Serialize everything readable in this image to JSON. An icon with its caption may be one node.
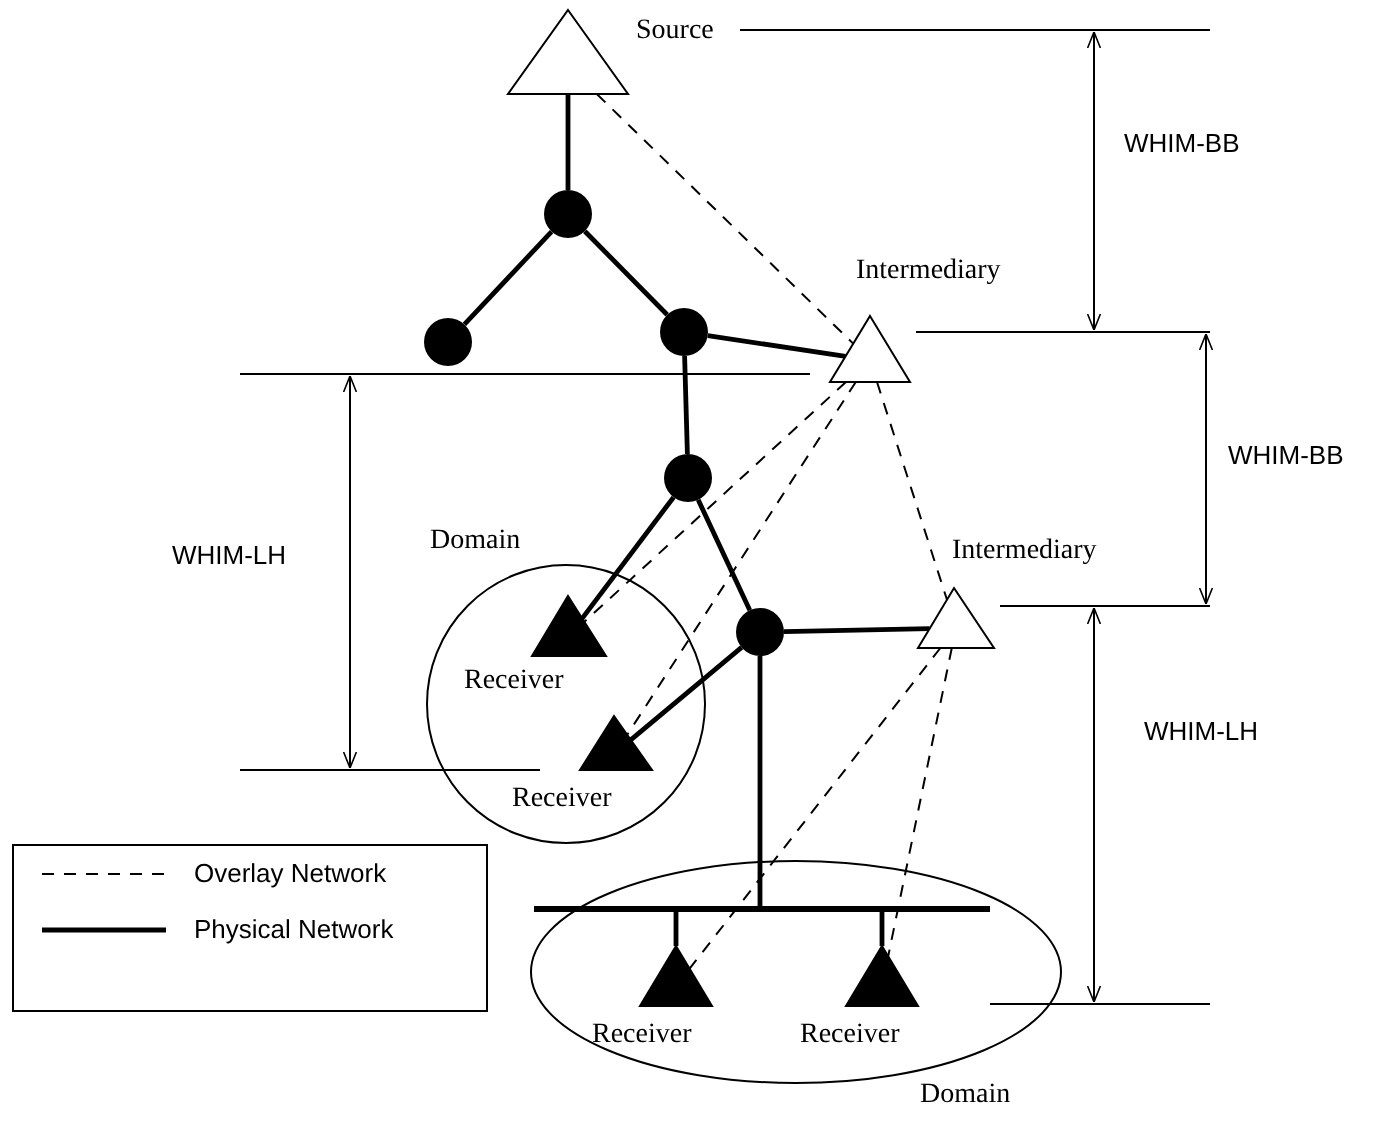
{
  "diagram": {
    "nodes": [
      {
        "text": [
          "Source"
        ]
      },
      {
        "text": [],
        "shape": "circle"
      },
      {
        "text": [],
        "shape": "circle"
      },
      {
        "text": [],
        "shape": "circle"
      },
      {
        "text": [
          "Intermediary"
        ]
      },
      {
        "text": [],
        "shape": "circle"
      },
      {
        "text": [
          "Domain"
        ]
      },
      {
        "text": [
          "Receiver"
        ],
        "in": 6
      },
      {
        "text": [
          "Receiver"
        ],
        "in": 6
      },
      {
        "text": [],
        "shape": "circle"
      },
      {
        "text": [
          "Intermediary"
        ]
      },
      {
        "text": [
          "Domain"
        ]
      },
      {
        "text": [],
        "shape": "bar",
        "in": 11
      },
      {
        "text": [
          "Receiver"
        ],
        "in": 11
      },
      {
        "text": [
          "Receiver"
        ],
        "in": 11
      }
    ],
    "edges": [
      {
        "from": 0,
        "to": 1,
        "arrow": "none"
      },
      {
        "from": 1,
        "to": 2,
        "arrow": "none"
      },
      {
        "from": 1,
        "to": 3,
        "arrow": "none"
      },
      {
        "from": 3,
        "to": 4,
        "arrow": "none"
      },
      {
        "from": 3,
        "to": 5,
        "arrow": "none"
      },
      {
        "from": 5,
        "to": 7,
        "arrow": "none"
      },
      {
        "from": 5,
        "to": 9,
        "arrow": "none"
      },
      {
        "from": 9,
        "to": 8,
        "arrow": "none"
      },
      {
        "from": 9,
        "to": 10,
        "arrow": "none"
      },
      {
        "from": 9,
        "to": 12,
        "arrow": "none"
      },
      {
        "from": 12,
        "to": 13,
        "arrow": "none"
      },
      {
        "from": 12,
        "to": 14,
        "arrow": "none"
      },
      {
        "from": 0,
        "to": 4,
        "arrow": "none",
        "style": "dashed"
      },
      {
        "from": 4,
        "to": 7,
        "arrow": "none",
        "style": "dashed"
      },
      {
        "from": 4,
        "to": 8,
        "arrow": "none",
        "style": "dashed"
      },
      {
        "from": 4,
        "to": 10,
        "arrow": "none",
        "style": "dashed"
      },
      {
        "from": 10,
        "to": 13,
        "arrow": "none",
        "style": "dashed"
      },
      {
        "from": 10,
        "to": 14,
        "arrow": "none",
        "style": "dashed"
      }
    ],
    "labels": [
      "WHIM-BB",
      "WHIM-BB",
      "WHIM-LH",
      "WHIM-LH"
    ],
    "legend": [
      {
        "text": "Overlay Network"
      },
      {
        "text": "Physical Network"
      }
    ]
  }
}
